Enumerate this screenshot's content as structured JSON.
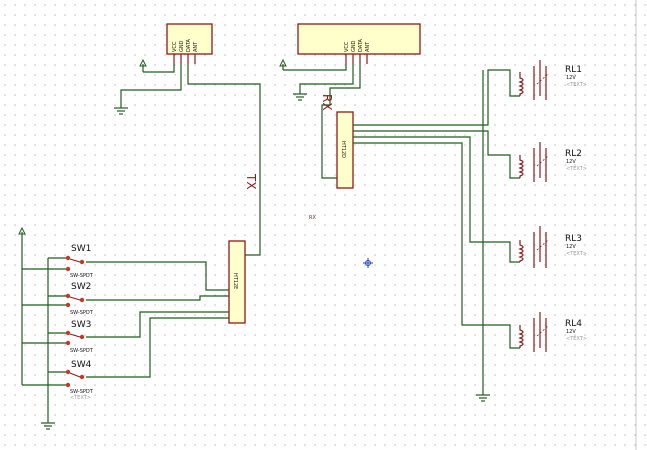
{
  "tx_module": {
    "pins": [
      "VCC",
      "GND",
      "DATA",
      "ANT"
    ]
  },
  "rx_module": {
    "pins": [
      "VCC",
      "GND",
      "DATA",
      "ANT"
    ]
  },
  "labels": {
    "tx": "TX",
    "rx": "RX",
    "rx_marker": "RX"
  },
  "encoder": {
    "label": "HT12E"
  },
  "decoder": {
    "label": "HT12D"
  },
  "switches": [
    {
      "name": "SW1",
      "type": "SW-SPDT"
    },
    {
      "name": "SW2",
      "type": "SW-SPDT"
    },
    {
      "name": "SW3",
      "type": "SW-SPDT"
    },
    {
      "name": "SW4",
      "type": "SW-SPDT",
      "sub": "<TEXT>"
    }
  ],
  "relays": [
    {
      "name": "RL1",
      "value": "12V",
      "sub": "<TEXT>"
    },
    {
      "name": "RL2",
      "value": "12V",
      "sub": "<TEXT>"
    },
    {
      "name": "RL3",
      "value": "12V",
      "sub": "<TEXT>"
    },
    {
      "name": "RL4",
      "value": "12V",
      "sub": "<TEXT>"
    }
  ],
  "colors": {
    "wire": "#1f5c1f",
    "component_fill": "#ffffcc",
    "component_outline": "#8b1a1a",
    "grid_dot": "#a0a0a0",
    "marker": "#2244cc"
  }
}
